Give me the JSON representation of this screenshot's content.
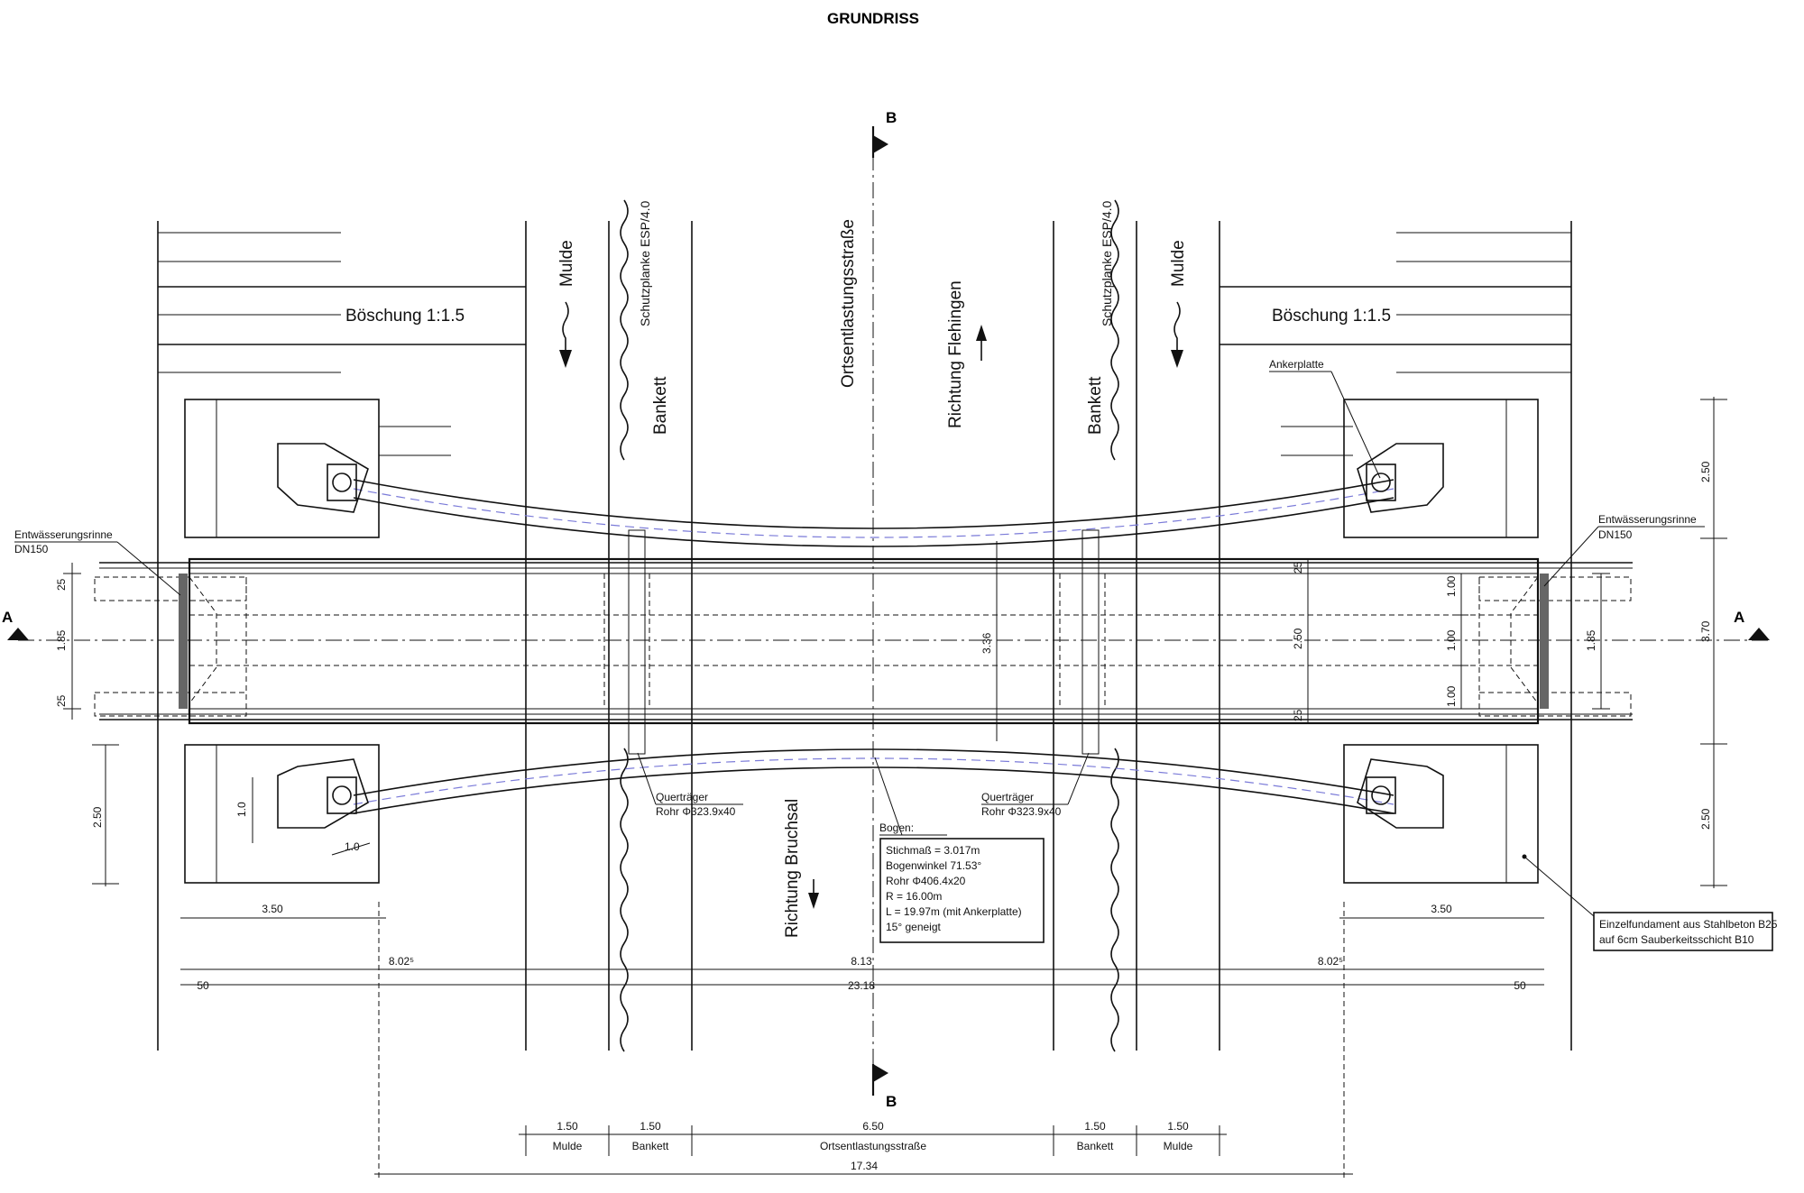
{
  "title": "GRUNDRISS",
  "section_marks": {
    "b_top": "B",
    "b_bottom": "B",
    "a_left": "A",
    "a_right": "A"
  },
  "labels": {
    "boeschung_left": "Böschung 1:1.5",
    "boeschung_right": "Böschung 1:1.5",
    "mulde_left": "Mulde",
    "mulde_right": "Mulde",
    "schutzplanke_left": "Schutzplanke ESP/4.0",
    "schutzplanke_right": "Schutzplanke ESP/4.0",
    "bankett_left": "Bankett",
    "bankett_right": "Bankett",
    "ortsentlastung": "Ortsentlastungsstraße",
    "richtung_flehingen": "Richtung Flehingen",
    "richtung_bruchsal": "Richtung Bruchsal",
    "ankerplatte": "Ankerplatte",
    "entwaesserung_left_1": "Entwässerungsrinne",
    "entwaesserung_left_2": "DN150",
    "entwaesserung_right_1": "Entwässerungsrinne",
    "entwaesserung_right_2": "DN150",
    "quertraeger_left_1": "Querträger",
    "quertraeger_left_2": "Rohr Φ323.9x40",
    "quertraeger_right_1": "Querträger",
    "quertraeger_right_2": "Rohr Φ323.9x40",
    "bogen_title": "Bogen:",
    "einzelfundament_1": "Einzelfundament aus Stahlbeton B25",
    "einzelfundament_2": "auf 6cm Sauberkeitsschicht B10"
  },
  "bogen_specs": [
    "Stichmaß = 3.017m",
    "Bogenwinkel 71.53°",
    "Rohr Φ406.4x20",
    "R = 16.00m",
    "L = 19.97m (mit Ankerplatte)",
    "15° geneigt"
  ],
  "dimensions": {
    "d_250_right_top": "2.50",
    "d_250_right_bottom": "2.50",
    "d_250_left": "2.50",
    "d_370": "3.70",
    "d_185_left": "1.85",
    "d_185_right": "1.85",
    "d_25_l1": "25",
    "d_25_l2": "25",
    "d_25_r1": "25",
    "d_25_r2": "25",
    "d_100_a": "1.00",
    "d_100_b": "1.00",
    "d_100_c": "1.00",
    "d_250_mid": "2.50",
    "d_336": "3.36",
    "d_10_v": "1.0",
    "d_10_h": "1.0",
    "d_350_left": "3.50",
    "d_350_right": "3.50",
    "d_8025_left": "8.02⁵",
    "d_813": "8.13",
    "d_8025_right": "8.02⁵",
    "d_50_left": "50",
    "d_2318": "23.18",
    "d_50_right": "50",
    "d_150_1": "1.50",
    "d_150_2": "1.50",
    "d_650": "6.50",
    "d_150_3": "1.50",
    "d_150_4": "1.50",
    "d_1734": "17.34"
  },
  "bottom_labels": {
    "mulde_a": "Mulde",
    "bankett_a": "Bankett",
    "ortsentlastung": "Ortsentlastungsstraße",
    "bankett_b": "Bankett",
    "mulde_b": "Mulde"
  }
}
